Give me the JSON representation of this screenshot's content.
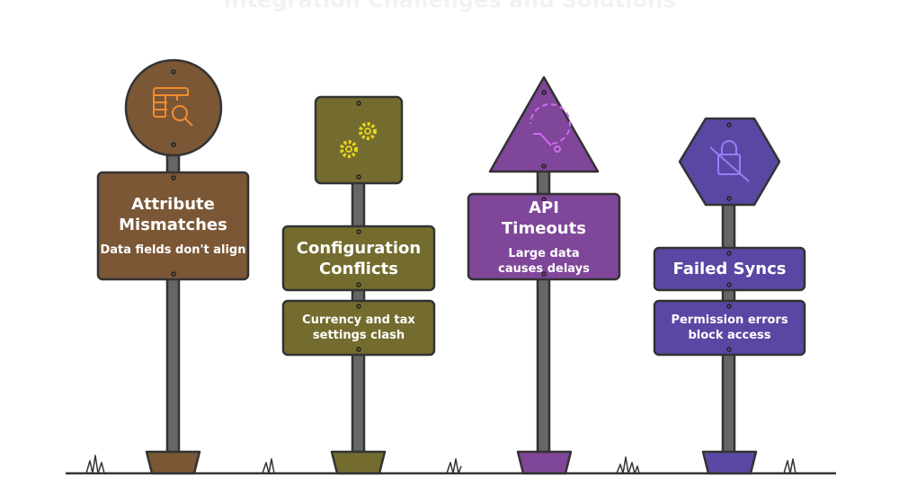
{
  "title": "Integration Challenges and Solutions",
  "colors": {
    "brown": "#7b5736",
    "olive": "#736c2e",
    "purple": "#7f4699",
    "indigo": "#5a47a4",
    "pole": "#666666"
  },
  "signs": [
    {
      "title": "Attribute Mismatches",
      "description": "Data fields don't align",
      "icon": "table-search-icon"
    },
    {
      "title": "Configuration Conflicts",
      "description": "Currency and tax settings clash",
      "icon": "gears-icon"
    },
    {
      "title": "API Timeouts",
      "description": "Large data causes delays",
      "icon": "timer-icon"
    },
    {
      "title": "Failed Syncs",
      "description": "Permission errors block access",
      "icon": "lock-off-icon"
    }
  ]
}
